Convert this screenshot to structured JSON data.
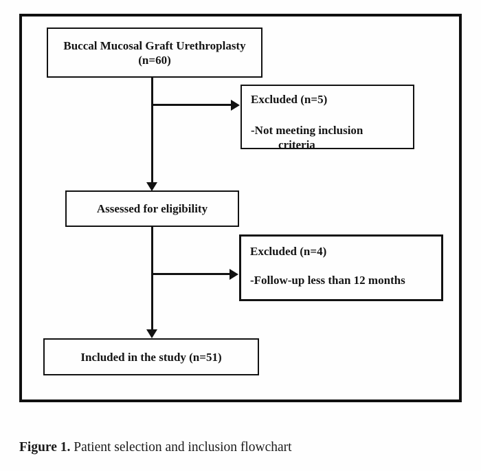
{
  "colors": {
    "ink": "#121212",
    "paper": "#fefefe"
  },
  "flowchart": {
    "enrollment": {
      "line1": "Buccal Mucosal Graft Urethroplasty",
      "line2": "(n=60)"
    },
    "excluded_1": {
      "title": "Excluded (n=5)",
      "reason_line1": "-Not meeting inclusion",
      "reason_line2": "criteria"
    },
    "assessed": {
      "label": "Assessed for eligibility"
    },
    "excluded_2": {
      "title": "Excluded (n=4)",
      "reason": "-Follow-up less than 12 months"
    },
    "included": {
      "label": "Included in the study (n=51)"
    }
  },
  "caption": {
    "label": "Figure 1.",
    "text": "Patient selection and inclusion flowchart"
  }
}
